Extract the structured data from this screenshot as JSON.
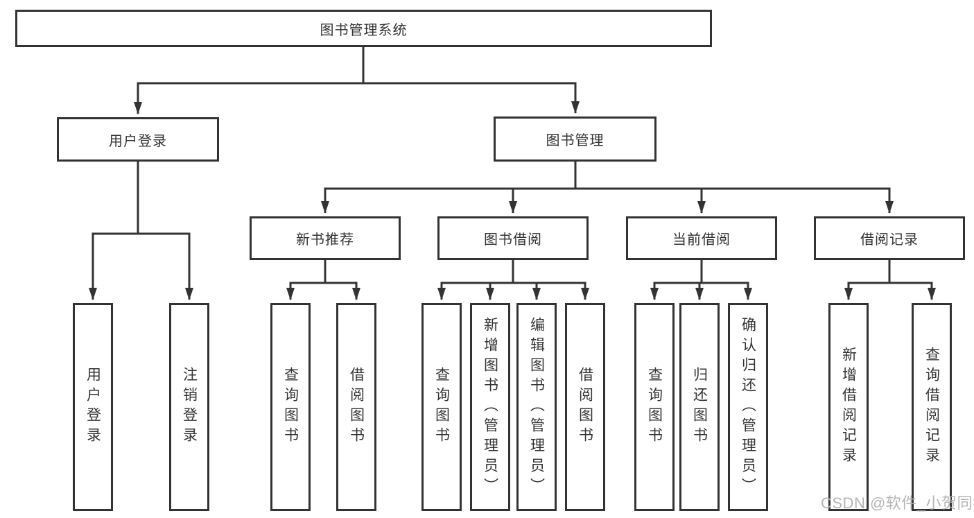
{
  "diagram": {
    "root_label": "图书管理系统",
    "branches": [
      {
        "label": "用户登录",
        "children": [
          "用户登录",
          "注销登录"
        ]
      },
      {
        "label": "图书管理",
        "groups": [
          {
            "label": "新书推荐",
            "children": [
              "查询图书",
              "借阅图书"
            ]
          },
          {
            "label": "图书借阅",
            "children": [
              "查询图书",
              "新增图书（管理员）",
              "编辑图书（管理员）",
              "借阅图书"
            ]
          },
          {
            "label": "当前借阅",
            "children": [
              "查询图书",
              "归还图书",
              "确认归还（管理员）"
            ]
          },
          {
            "label": "借阅记录",
            "children": [
              "新增借阅记录",
              "查询借阅记录"
            ]
          }
        ]
      }
    ]
  },
  "watermark": "CSDN @软件_小贺同学",
  "colors": {
    "line": "#333333",
    "text": "#333333",
    "box_background": "#ffffff",
    "page_background": "#ffffff",
    "watermark": "#b0b0b0"
  }
}
